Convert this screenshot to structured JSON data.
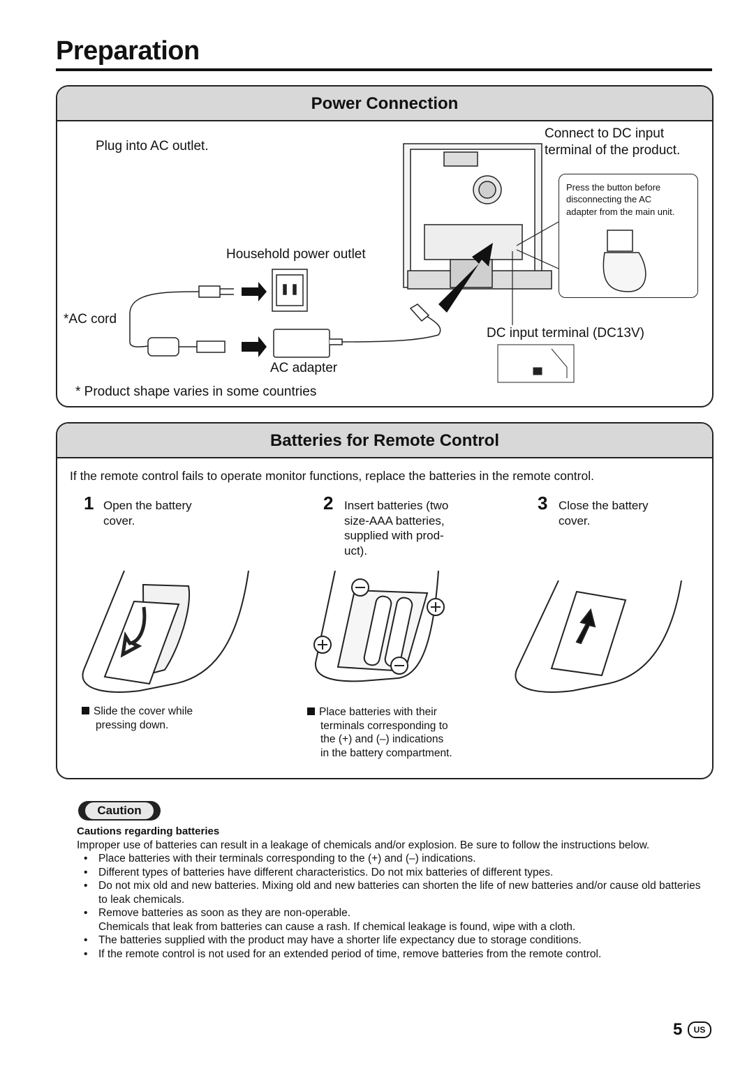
{
  "page": {
    "title": "Preparation",
    "page_number": "5",
    "region_badge": "US"
  },
  "power": {
    "heading": "Power Connection",
    "plug_label": "Plug into AC outlet.",
    "connect_label_1": "Connect to DC input",
    "connect_label_2": "terminal of the product.",
    "press_note_1": "Press the button before",
    "press_note_2": "disconnecting the AC",
    "press_note_3": "adapter from the main unit.",
    "outlet_label": "Household power outlet",
    "ac_cord_label": "*AC cord",
    "dc_terminal_label": "DC input terminal (DC13V)",
    "ac_adapter_label": "AC adapter",
    "footnote": "* Product shape varies in some countries"
  },
  "batteries": {
    "heading": "Batteries for Remote Control",
    "intro": "If the remote control fails to operate monitor functions, replace the batteries in the remote control.",
    "steps": [
      {
        "num": "1",
        "lines": [
          "Open the battery",
          "cover."
        ]
      },
      {
        "num": "2",
        "lines": [
          "Insert batteries (two",
          "size-AAA batteries,",
          "supplied with prod-",
          "uct)."
        ]
      },
      {
        "num": "3",
        "lines": [
          "Close the battery",
          "cover."
        ]
      }
    ],
    "note1": [
      "Slide the cover while",
      "pressing down."
    ],
    "note2": [
      "Place batteries with their",
      "terminals corresponding to",
      "the (+) and (–) indications",
      "in the battery compartment."
    ]
  },
  "caution": {
    "badge": "Caution",
    "subheading": "Cautions regarding batteries",
    "intro": "Improper use of batteries can result in a leakage of chemicals and/or explosion. Be sure to follow the instructions below.",
    "items": [
      "Place batteries with their terminals corresponding to the (+) and (–) indications.",
      "Different types of batteries have different characteristics. Do not mix batteries of different types.",
      "Do not mix old and new batteries. Mixing old and new batteries can shorten the life of new batteries and/or cause old batteries to leak chemicals.",
      "Remove batteries as soon as they are non-operable.",
      "The batteries supplied with the product may have a shorter life expectancy due to storage conditions.",
      "If the remote control is not used for an extended period of time, remove batteries from the remote control."
    ],
    "item4_extra": "Chemicals that leak from batteries can cause a rash. If chemical leakage is found, wipe with a cloth."
  }
}
